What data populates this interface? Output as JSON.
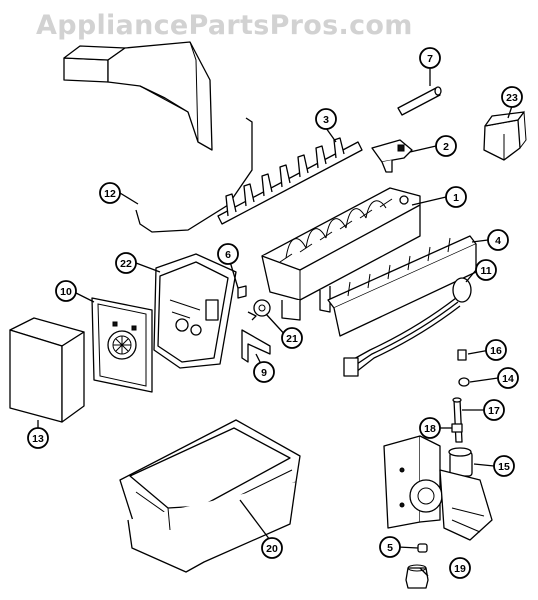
{
  "watermark": "AppliancePartsPros.com",
  "callouts": [
    {
      "id": "1",
      "label": "1"
    },
    {
      "id": "2",
      "label": "2"
    },
    {
      "id": "3",
      "label": "3"
    },
    {
      "id": "4",
      "label": "4"
    },
    {
      "id": "5",
      "label": "5"
    },
    {
      "id": "6",
      "label": "6"
    },
    {
      "id": "7",
      "label": "7"
    },
    {
      "id": "9",
      "label": "9"
    },
    {
      "id": "10",
      "label": "10"
    },
    {
      "id": "11",
      "label": "11"
    },
    {
      "id": "12",
      "label": "12"
    },
    {
      "id": "13",
      "label": "13"
    },
    {
      "id": "14",
      "label": "14"
    },
    {
      "id": "15",
      "label": "15"
    },
    {
      "id": "16",
      "label": "16"
    },
    {
      "id": "17",
      "label": "17"
    },
    {
      "id": "18",
      "label": "18"
    },
    {
      "id": "19",
      "label": "19"
    },
    {
      "id": "20",
      "label": "20"
    },
    {
      "id": "21",
      "label": "21"
    },
    {
      "id": "22",
      "label": "22"
    },
    {
      "id": "23",
      "label": "23"
    }
  ]
}
